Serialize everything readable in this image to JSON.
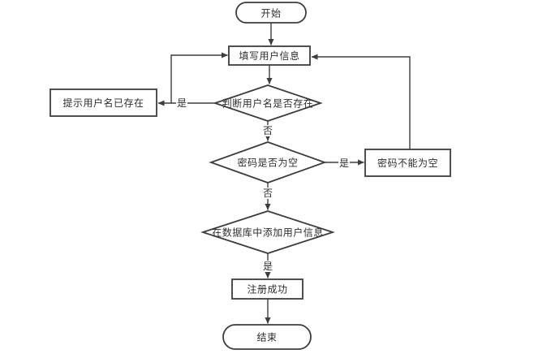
{
  "diagram": {
    "title": "user-registration-flowchart",
    "colors": {
      "background": "#ffffff",
      "line": "#3d3d3d",
      "shape_fill": "#ffffff",
      "text": "#2e2e2e"
    },
    "nodes": {
      "start": {
        "type": "terminator",
        "label": "开始"
      },
      "fill_user_info": {
        "type": "process",
        "label": "填写用户信息"
      },
      "check_username_exists": {
        "type": "decision",
        "label": "判断用户名是否存在"
      },
      "prompt_username_exists": {
        "type": "process",
        "label": "提示用户名已存在"
      },
      "check_password_empty": {
        "type": "decision",
        "label": "密码是否为空"
      },
      "password_cannot_be_empty": {
        "type": "process",
        "label": "密码不能为空"
      },
      "add_user_info_to_database": {
        "type": "decision",
        "label": "在数据库中添加用户信息"
      },
      "register_success": {
        "type": "process",
        "label": "注册成功"
      },
      "end": {
        "type": "terminator",
        "label": "结束"
      }
    },
    "edge_labels": {
      "username_exists_yes": "是",
      "username_exists_no": "否",
      "password_empty_yes": "是",
      "password_empty_no": "否",
      "db_add_yes": "是"
    },
    "edges": [
      {
        "from": "start",
        "to": "fill_user_info",
        "label": ""
      },
      {
        "from": "fill_user_info",
        "to": "check_username_exists",
        "label": ""
      },
      {
        "from": "check_username_exists",
        "to": "prompt_username_exists",
        "label": "是"
      },
      {
        "from": "check_username_exists",
        "to": "check_password_empty",
        "label": "否"
      },
      {
        "from": "prompt_username_exists_junction",
        "to": "fill_user_info",
        "label": ""
      },
      {
        "from": "check_password_empty",
        "to": "password_cannot_be_empty",
        "label": "是"
      },
      {
        "from": "check_password_empty",
        "to": "add_user_info_to_database",
        "label": "否"
      },
      {
        "from": "password_cannot_be_empty",
        "to": "fill_user_info",
        "label": ""
      },
      {
        "from": "add_user_info_to_database",
        "to": "register_success",
        "label": "是"
      },
      {
        "from": "register_success",
        "to": "end",
        "label": ""
      }
    ]
  }
}
